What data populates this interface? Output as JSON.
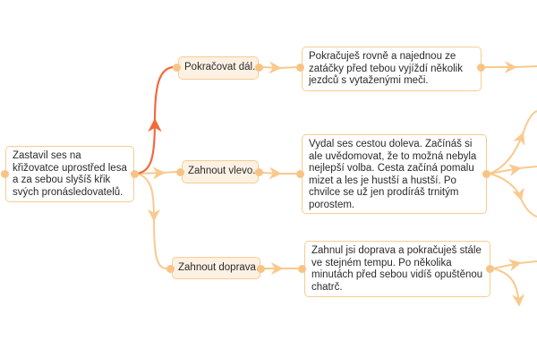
{
  "colors": {
    "edge": "#f9c98d",
    "active_edge": "#f26a3c",
    "node_border": "#f7cc92",
    "choice_bg": "#fdf1e3"
  },
  "nodes": {
    "root": "Zastavil ses na křižovatce uprostřed lesa a za sebou slyšíš křik svých pronásledovatelů.",
    "choice_straight": "Pokračovat dál.",
    "choice_left": "Zahnout vlevo.",
    "choice_right": "Zahnout doprava.",
    "text_straight": "Pokračuješ rovně a najednou ze zatáčky před tebou vyjíždí několik jezdců s vytaženými meči.",
    "text_left": "Vydal ses cestou doleva. Začínáš si ale uvědomovat, že to možná nebyla nejlepší volba. Cesta začíná pomalu mizet a les je hustší a hustší. Po chvilce se už jen prodíráš trnitým porostem.",
    "text_right": "Zahnul jsi doprava a pokračuješ stále ve stejném tempu. Po několika minutách před sebou vidíš opuštěnou chatrč."
  }
}
